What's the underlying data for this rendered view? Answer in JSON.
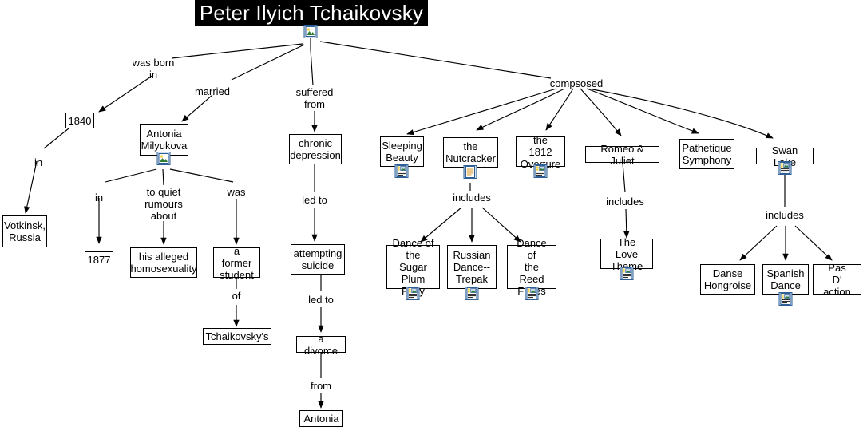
{
  "map": {
    "title": "Peter Ilyich Tchaikovsky",
    "background_color": "#ffffff",
    "title_background": "#000000",
    "title_text_color": "#ffffff",
    "node_border_color": "#000000",
    "icon_accent_color": "#3a6ea5"
  },
  "nodes": [
    {
      "id": "n_1840",
      "label": "1840"
    },
    {
      "id": "n_votkinsk",
      "label": "Votkinsk,\nRussia"
    },
    {
      "id": "n_antonia_m",
      "label": "Antonia\nMilyukova",
      "icon": "photo-icon"
    },
    {
      "id": "n_1877",
      "label": "1877"
    },
    {
      "id": "n_homosex",
      "label": "his alleged\nhomosexuality"
    },
    {
      "id": "n_student",
      "label": "a former\nstudent"
    },
    {
      "id": "n_tchaik_poss",
      "label": "Tchaikovsky's"
    },
    {
      "id": "n_depression",
      "label": "chronic\ndepression"
    },
    {
      "id": "n_suicide",
      "label": "attempting\nsuicide"
    },
    {
      "id": "n_divorce",
      "label": "a divorce"
    },
    {
      "id": "n_antonia",
      "label": "Antonia"
    },
    {
      "id": "n_sleeping",
      "label": "Sleeping\nBeauty",
      "icon": "document-picture-icon"
    },
    {
      "id": "n_nutcracker",
      "label": "the\nNutcracker",
      "icon": "document-icon"
    },
    {
      "id": "n_1812",
      "label": "the 1812\nOverture",
      "icon": "document-picture-icon"
    },
    {
      "id": "n_romeo",
      "label": "Romeo & Juliet"
    },
    {
      "id": "n_pathetique",
      "label": "Pathetique\nSymphony"
    },
    {
      "id": "n_swanlake",
      "label": "Swan Lake",
      "icon": "document-picture-icon"
    },
    {
      "id": "n_sugarplum",
      "label": "Dance of\nthe Sugar\nPlum Fairy",
      "icon": "document-picture-icon"
    },
    {
      "id": "n_trepak",
      "label": "Russian\nDance--\nTrepak",
      "icon": "document-picture-icon"
    },
    {
      "id": "n_reedflutes",
      "label": "Dance of\nthe Reed\nFlutes",
      "icon": "document-picture-icon"
    },
    {
      "id": "n_lovetheme",
      "label": "The Love\nTheme",
      "icon": "document-picture-icon"
    },
    {
      "id": "n_hongroise",
      "label": "Danse\nHongroise"
    },
    {
      "id": "n_spanish",
      "label": "Spanish\nDance",
      "icon": "document-picture-icon"
    },
    {
      "id": "n_pasdaction",
      "label": "Pas\nD' action"
    }
  ],
  "links": [
    {
      "id": "l_born",
      "label": "was born\nin"
    },
    {
      "id": "l_married",
      "label": "married"
    },
    {
      "id": "l_suffered",
      "label": "suffered\nfrom"
    },
    {
      "id": "l_composed",
      "label": "compsosed"
    },
    {
      "id": "l_in_votk",
      "label": "in"
    },
    {
      "id": "l_in_1877",
      "label": "in"
    },
    {
      "id": "l_quiet",
      "label": "to quiet\nrumours\nabout"
    },
    {
      "id": "l_was",
      "label": "was"
    },
    {
      "id": "l_of",
      "label": "of"
    },
    {
      "id": "l_ledto_1",
      "label": "led to"
    },
    {
      "id": "l_ledto_2",
      "label": "led to"
    },
    {
      "id": "l_from",
      "label": "from"
    },
    {
      "id": "l_inc_nut",
      "label": "includes"
    },
    {
      "id": "l_inc_romeo",
      "label": "includes"
    },
    {
      "id": "l_inc_swan",
      "label": "includes"
    }
  ],
  "root_icon": "photo-icon"
}
